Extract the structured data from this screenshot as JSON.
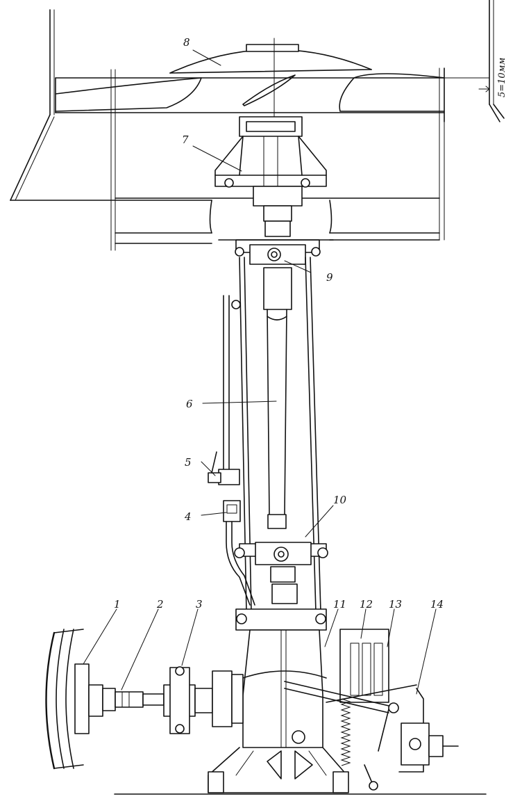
{
  "callouts": [
    "1",
    "2",
    "3",
    "4",
    "5",
    "6",
    "7",
    "8",
    "9",
    "10",
    "11",
    "12",
    "13",
    "14"
  ],
  "clearance_label": "5=10мм"
}
